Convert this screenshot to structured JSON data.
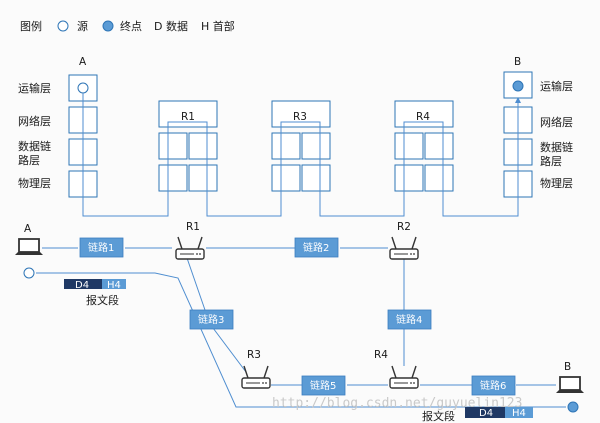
{
  "legend": {
    "title": "图例",
    "source": "源",
    "destination": "终点",
    "data": "D 数据",
    "header": "H 首部"
  },
  "layers": {
    "transport": "运输层",
    "network": "网络层",
    "datalink_line1": "数据链",
    "datalink_line2": "路层",
    "physical": "物理层"
  },
  "hosts": {
    "a": "A",
    "b": "B"
  },
  "routers": {
    "r1": "R1",
    "r2": "R2",
    "r3": "R3",
    "r4": "R4"
  },
  "links": {
    "l1": "链路1",
    "l2": "链路2",
    "l3": "链路3",
    "l4": "链路4",
    "l5": "链路5",
    "l6": "链路6"
  },
  "segment": {
    "data": "D4",
    "header": "H4",
    "label": "报文段"
  },
  "watermark": "http://blog.csdn.net/guyuelin123",
  "colors": {
    "accent": "#5b9bd5",
    "dark": "#1f3864",
    "line": "#4f8ed0"
  }
}
